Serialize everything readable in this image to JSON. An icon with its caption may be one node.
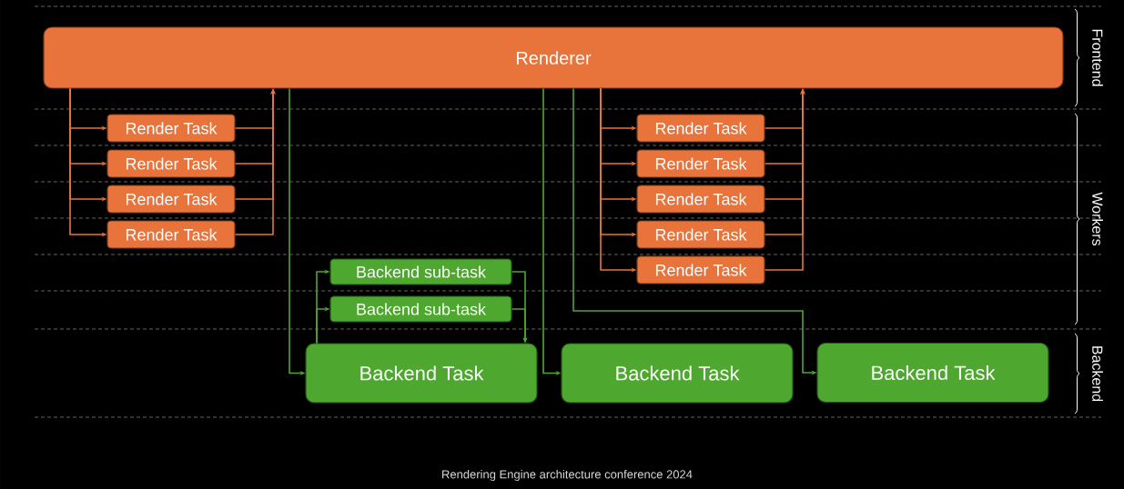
{
  "diagram": {
    "caption": "Rendering Engine architecture conference 2024",
    "nodes": [
      {
        "text": [
          "Renderer"
        ]
      },
      {
        "text": [
          "Render Task"
        ]
      },
      {
        "text": [
          "Render Task"
        ]
      },
      {
        "text": [
          "Render Task"
        ]
      },
      {
        "text": [
          "Render Task"
        ]
      },
      {
        "text": [
          "Render Task"
        ]
      },
      {
        "text": [
          "Render Task"
        ]
      },
      {
        "text": [
          "Render Task"
        ]
      },
      {
        "text": [
          "Render Task"
        ]
      },
      {
        "text": [
          "Render Task"
        ]
      },
      {
        "text": [
          "Backend sub-task"
        ]
      },
      {
        "text": [
          "Backend sub-task"
        ]
      },
      {
        "text": [
          "Backend Task"
        ]
      },
      {
        "text": [
          "Backend Task"
        ]
      },
      {
        "text": [
          "Backend Task"
        ]
      }
    ],
    "edges": [
      {
        "from": 0,
        "to": 1,
        "arrow": "to"
      },
      {
        "from": 0,
        "to": 2,
        "arrow": "to"
      },
      {
        "from": 0,
        "to": 3,
        "arrow": "to"
      },
      {
        "from": 0,
        "to": 4,
        "arrow": "to"
      },
      {
        "from": 1,
        "to": 0,
        "arrow": "to"
      },
      {
        "from": 2,
        "to": 0,
        "arrow": "to"
      },
      {
        "from": 3,
        "to": 0,
        "arrow": "to"
      },
      {
        "from": 4,
        "to": 0,
        "arrow": "to"
      },
      {
        "from": 0,
        "to": 5,
        "arrow": "to"
      },
      {
        "from": 0,
        "to": 6,
        "arrow": "to"
      },
      {
        "from": 0,
        "to": 7,
        "arrow": "to"
      },
      {
        "from": 0,
        "to": 8,
        "arrow": "to"
      },
      {
        "from": 0,
        "to": 9,
        "arrow": "to"
      },
      {
        "from": 5,
        "to": 0,
        "arrow": "to"
      },
      {
        "from": 6,
        "to": 0,
        "arrow": "to"
      },
      {
        "from": 7,
        "to": 0,
        "arrow": "to"
      },
      {
        "from": 8,
        "to": 0,
        "arrow": "to"
      },
      {
        "from": 9,
        "to": 0,
        "arrow": "to"
      },
      {
        "from": 0,
        "to": 12,
        "arrow": "to",
        "color": "#4ea72e"
      },
      {
        "from": 0,
        "to": 13,
        "arrow": "to",
        "color": "#4ea72e"
      },
      {
        "from": 0,
        "to": 14,
        "arrow": "to",
        "color": "#4ea72e"
      },
      {
        "from": 12,
        "to": 10,
        "arrow": "to",
        "color": "#4ea72e"
      },
      {
        "from": 12,
        "to": 11,
        "arrow": "to",
        "color": "#4ea72e"
      },
      {
        "from": 10,
        "to": 12,
        "arrow": "to",
        "color": "#4ea72e"
      },
      {
        "from": 11,
        "to": 12,
        "arrow": "to",
        "color": "#4ea72e"
      }
    ],
    "labels": [
      "Frontend",
      "Workers",
      "Backend"
    ]
  }
}
